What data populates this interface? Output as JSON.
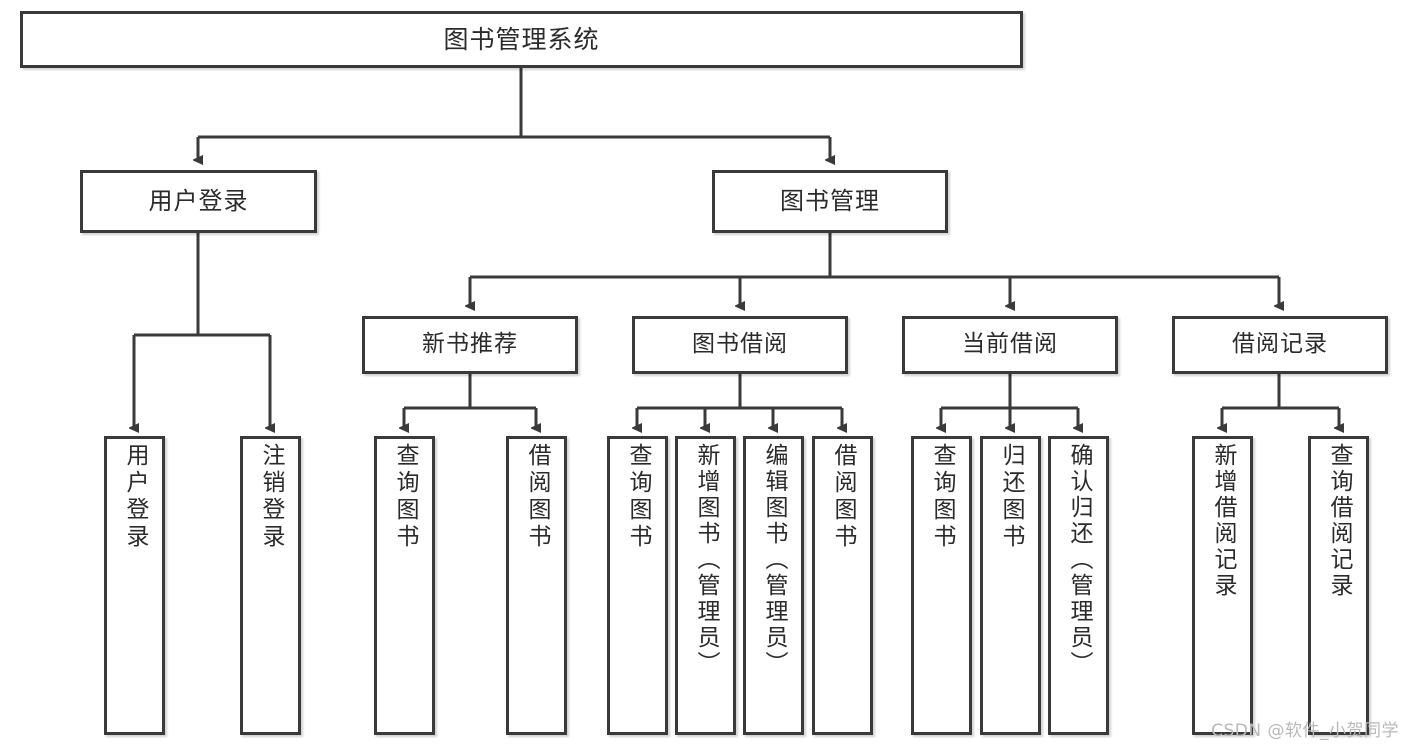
{
  "diagram": {
    "title": "图书管理系统",
    "type": "functional-structure-tree"
  },
  "root": {
    "label": "图书管理系统"
  },
  "level2": [
    {
      "label": "用户登录"
    },
    {
      "label": "图书管理"
    }
  ],
  "level3": [
    {
      "label": "新书推荐"
    },
    {
      "label": "图书借阅"
    },
    {
      "label": "当前借阅"
    },
    {
      "label": "借阅记录"
    }
  ],
  "leaves": {
    "user_login": [
      {
        "label": "用户登录"
      },
      {
        "label": "注销登录"
      }
    ],
    "new_book_recommend": [
      {
        "label": "查询图书"
      },
      {
        "label": "借阅图书"
      }
    ],
    "book_borrow": [
      {
        "label": "查询图书"
      },
      {
        "label": "新增图书（管理员）"
      },
      {
        "label": "编辑图书（管理员）"
      },
      {
        "label": "借阅图书"
      }
    ],
    "current_borrow": [
      {
        "label": "查询图书"
      },
      {
        "label": "归还图书"
      },
      {
        "label": "确认归还（管理员）"
      }
    ],
    "borrow_record": [
      {
        "label": "新增借阅记录"
      },
      {
        "label": "查询借阅记录"
      }
    ]
  },
  "watermark": {
    "text": "CSDN @软件_小贺同学"
  },
  "colors": {
    "stroke": "#3a3a3a",
    "text": "#2b2b2b",
    "background": "#ffffff",
    "watermark": "#b9b9b9"
  }
}
